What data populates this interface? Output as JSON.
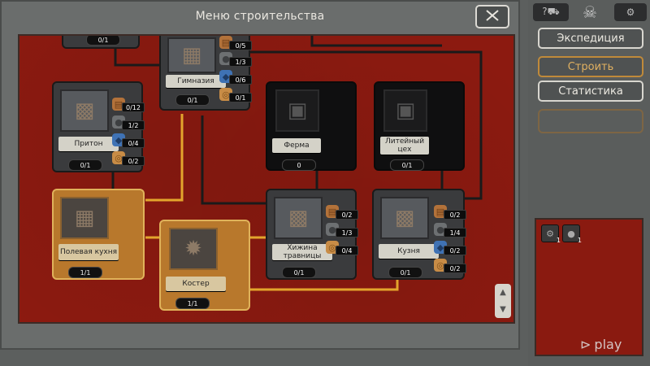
{
  "window": {
    "title": "Меню строительства",
    "close_icon": "crossed-swords-icon"
  },
  "buildings": [
    {
      "id": "top-left",
      "count": "0/1"
    },
    {
      "id": "gym",
      "name": "Гимназия",
      "count": "0/1",
      "costs": [
        {
          "icon": "wood",
          "value": "0/5"
        },
        {
          "icon": "stone",
          "value": "1/3"
        },
        {
          "icon": "gem",
          "value": "0/6"
        },
        {
          "icon": "rope",
          "value": "0/1"
        }
      ]
    },
    {
      "id": "den",
      "name": "Притон",
      "count": "0/1",
      "costs": [
        {
          "icon": "wood",
          "value": "0/12"
        },
        {
          "icon": "stone",
          "value": "1/2"
        },
        {
          "icon": "gem",
          "value": "0/4"
        },
        {
          "icon": "rope",
          "value": "0/2"
        }
      ]
    },
    {
      "id": "farm",
      "name": "Ферма",
      "count": "0"
    },
    {
      "id": "foundry",
      "name": "Литейный цех",
      "count": "0/1"
    },
    {
      "id": "field-kitchen",
      "name": "Полевая кухня",
      "count": "1/1"
    },
    {
      "id": "bonfire",
      "name": "Костер",
      "count": "1/1"
    },
    {
      "id": "herbalist",
      "name": "Хижина травницы",
      "count": "0/1",
      "costs": [
        {
          "icon": "wood",
          "value": "0/2"
        },
        {
          "icon": "stone",
          "value": "1/3"
        },
        {
          "icon": "rope",
          "value": "0/4"
        }
      ]
    },
    {
      "id": "forge",
      "name": "Кузня",
      "count": "0/1",
      "costs": [
        {
          "icon": "wood",
          "value": "0/2"
        },
        {
          "icon": "stone",
          "value": "1/4"
        },
        {
          "icon": "gem",
          "value": "0/2"
        },
        {
          "icon": "rope",
          "value": "0/2"
        }
      ]
    }
  ],
  "side_menu": {
    "expedition": "Экспедиция",
    "build": "Строить",
    "stats": "Статистика"
  },
  "inventory": [
    {
      "icon": "gear-item",
      "qty": "1"
    },
    {
      "icon": "stone-item",
      "qty": "1"
    }
  ],
  "watermark": "play",
  "colors": {
    "map_bg": "#8c1a10",
    "wire": "#1a1a1a",
    "wire_active": "#e3a52c",
    "accent": "#c08a3a"
  }
}
